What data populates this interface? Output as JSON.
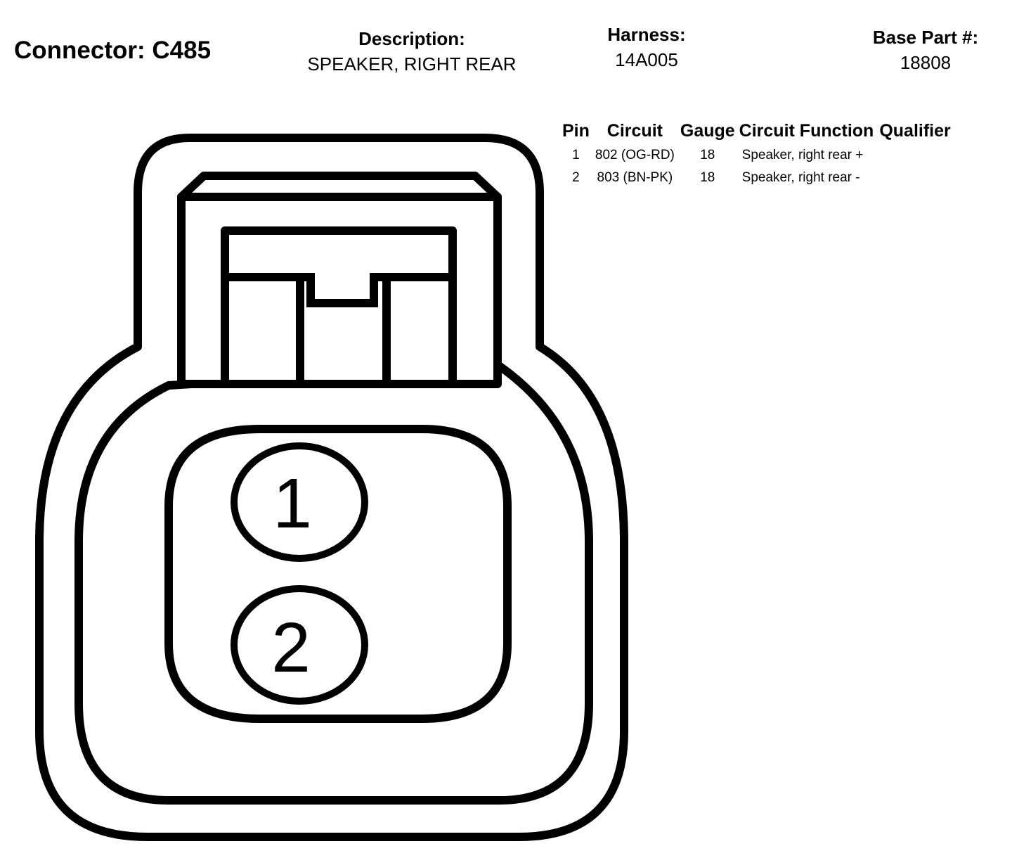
{
  "connector": {
    "title": "Connector: C485"
  },
  "description": {
    "label": "Description:",
    "value": "SPEAKER, RIGHT REAR"
  },
  "harness": {
    "label": "Harness:",
    "value": "14A005"
  },
  "base_part": {
    "label": "Base Part #:",
    "value": "18808"
  },
  "pin_table": {
    "headers": [
      "Pin",
      "Circuit",
      "Gauge",
      "Circuit Function",
      "Qualifier"
    ],
    "rows": [
      {
        "pin": "1",
        "circuit": "802 (OG-RD)",
        "gauge": "18",
        "function": "Speaker, right rear +",
        "qualifier": ""
      },
      {
        "pin": "2",
        "circuit": "803 (BN-PK)",
        "gauge": "18",
        "function": "Speaker, right rear -",
        "qualifier": ""
      }
    ]
  },
  "diagram": {
    "pin_labels": [
      "1",
      "2"
    ],
    "stroke_color": "#000000",
    "fill_color": "#ffffff"
  }
}
